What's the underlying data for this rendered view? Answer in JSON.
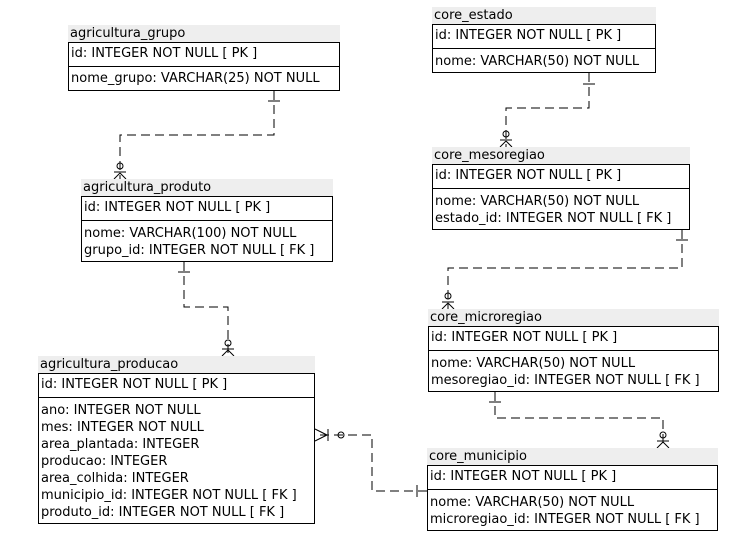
{
  "entities": {
    "agricultura_grupo": {
      "name": "agricultura_grupo",
      "pk": "id: INTEGER  NOT NULL  [ PK ]",
      "attributes": [
        "nome_grupo: VARCHAR(25)  NOT NULL"
      ]
    },
    "agricultura_produto": {
      "name": "agricultura_produto",
      "pk": "id: INTEGER  NOT NULL  [ PK ]",
      "attributes": [
        "nome: VARCHAR(100)  NOT NULL",
        "grupo_id: INTEGER  NOT NULL  [ FK ]"
      ]
    },
    "agricultura_producao": {
      "name": "agricultura_producao",
      "pk": "id: INTEGER  NOT NULL  [ PK ]",
      "attributes": [
        "ano: INTEGER  NOT NULL",
        "mes: INTEGER  NOT NULL",
        "area_plantada: INTEGER",
        "producao: INTEGER",
        "area_colhida: INTEGER",
        "municipio_id: INTEGER  NOT NULL  [ FK ]",
        "produto_id: INTEGER  NOT NULL  [ FK ]"
      ]
    },
    "core_estado": {
      "name": "core_estado",
      "pk": "id: INTEGER  NOT NULL  [ PK ]",
      "attributes": [
        "nome: VARCHAR(50)  NOT NULL"
      ]
    },
    "core_mesoregiao": {
      "name": "core_mesoregiao",
      "pk": "id: INTEGER  NOT NULL  [ PK ]",
      "attributes": [
        "nome: VARCHAR(50)  NOT NULL",
        "estado_id: INTEGER  NOT NULL  [ FK ]"
      ]
    },
    "core_microregiao": {
      "name": "core_microregiao",
      "pk": "id: INTEGER  NOT NULL  [ PK ]",
      "attributes": [
        "nome: VARCHAR(50)  NOT NULL",
        "mesoregiao_id: INTEGER  NOT NULL  [ FK ]"
      ]
    },
    "core_municipio": {
      "name": "core_municipio",
      "pk": "id: INTEGER  NOT NULL  [ PK ]",
      "attributes": [
        "nome: VARCHAR(50)  NOT NULL",
        "microregiao_id: INTEGER  NOT NULL  [ FK ]"
      ]
    }
  },
  "relationships": [
    {
      "parent": "agricultura_grupo",
      "child": "agricultura_produto",
      "cardinality": "one-to-zero-or-many",
      "identifying": false
    },
    {
      "parent": "agricultura_produto",
      "child": "agricultura_producao",
      "cardinality": "one-to-zero-or-many",
      "identifying": false
    },
    {
      "parent": "core_estado",
      "child": "core_mesoregiao",
      "cardinality": "one-to-zero-or-many",
      "identifying": false
    },
    {
      "parent": "core_mesoregiao",
      "child": "core_microregiao",
      "cardinality": "one-to-zero-or-many",
      "identifying": false
    },
    {
      "parent": "core_microregiao",
      "child": "core_municipio",
      "cardinality": "one-to-zero-or-many",
      "identifying": false
    },
    {
      "parent": "core_municipio",
      "child": "agricultura_producao",
      "cardinality": "one-to-zero-or-many",
      "identifying": false
    }
  ]
}
